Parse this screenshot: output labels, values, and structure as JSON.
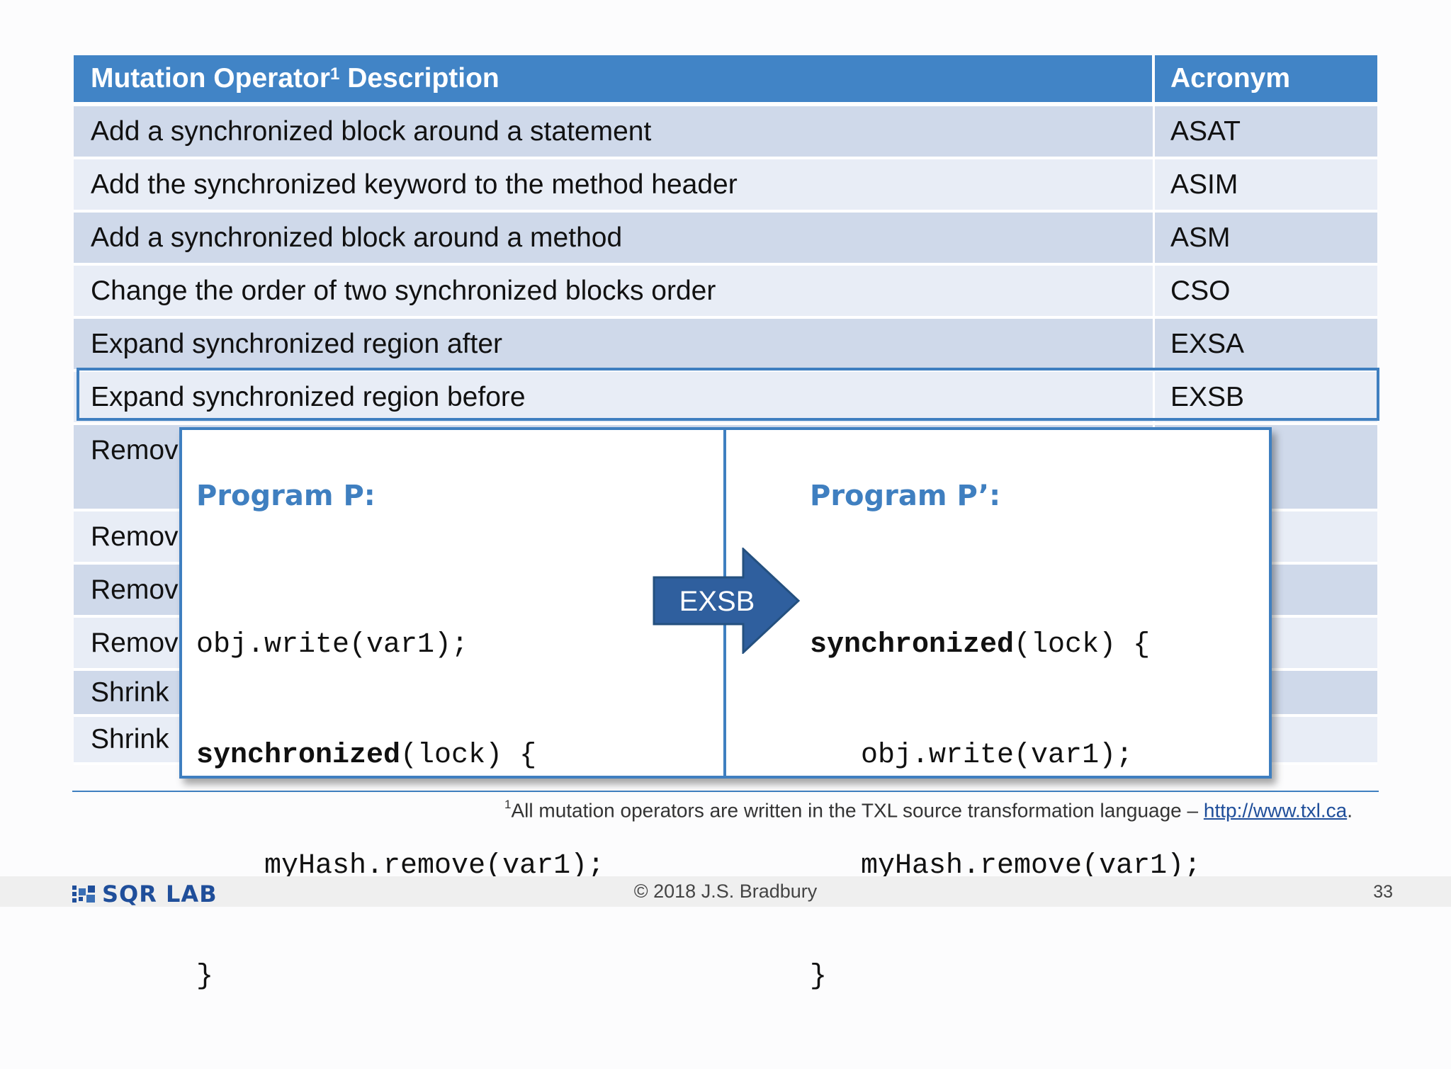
{
  "table": {
    "header": {
      "description_label": "Mutation Operator",
      "footnote_marker": "1",
      "description_suffix": " Description",
      "acronym_label": "Acronym"
    },
    "rows": [
      {
        "description": "Add a synchronized block around a statement",
        "acronym": "ASAT"
      },
      {
        "description": "Add the synchronized keyword to the method header",
        "acronym": "ASIM"
      },
      {
        "description": "Add a synchronized block around a method",
        "acronym": "ASM"
      },
      {
        "description": "Change the order of two synchronized blocks order",
        "acronym": "CSO"
      },
      {
        "description": "Expand synchronized region after",
        "acronym": "EXSA"
      },
      {
        "description": "Expand synchronized region before",
        "acronym": "EXSB"
      },
      {
        "description": "Remov",
        "acronym": ""
      },
      {
        "description": "Remov",
        "acronym": ""
      },
      {
        "description": "Remov",
        "acronym": ""
      },
      {
        "description": "Remov",
        "acronym": ""
      },
      {
        "description": "Shrink",
        "acronym": ""
      },
      {
        "description": "Shrink",
        "acronym": ""
      }
    ],
    "highlighted_acronym": "EXSB"
  },
  "example": {
    "left_title": "Program P:",
    "left_code": [
      {
        "bold": "",
        "rest": "obj.write(var1);"
      },
      {
        "bold": "synchronized",
        "rest": "(lock) {"
      },
      {
        "bold": "",
        "rest": "    myHash.remove(var1);"
      },
      {
        "bold": "",
        "rest": "}"
      }
    ],
    "arrow_label": "EXSB",
    "right_title": "Program P’:",
    "right_code": [
      {
        "bold": "synchronized",
        "rest": "(lock) {"
      },
      {
        "bold": "",
        "rest": "   obj.write(var1);"
      },
      {
        "bold": "",
        "rest": "   myHash.remove(var1);"
      },
      {
        "bold": "",
        "rest": "}"
      }
    ]
  },
  "footnote": {
    "marker": "1",
    "text": "All mutation operators are written in the TXL source transformation language – ",
    "link": "http://www.txl.ca",
    "end": "."
  },
  "footer": {
    "logo_text": "SQR LAB",
    "copyright": "© 2018 J.S. Bradbury",
    "page_number": "33"
  },
  "colors": {
    "header_blue": "#4184c6",
    "row_dark": "#cfd9ea",
    "row_light": "#e8edf6",
    "accent_blue": "#3f7fc0",
    "arrow_blue": "#2f5f9e"
  }
}
